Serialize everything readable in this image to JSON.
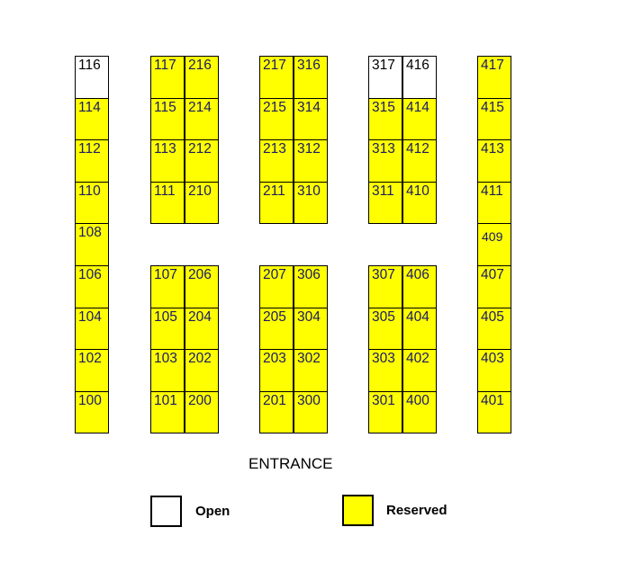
{
  "colors": {
    "reserved": "#ffff00",
    "open": "#ffffff",
    "outline": "#000000"
  },
  "entrance_label": "ENTRANCE",
  "legend": {
    "open_label": "Open",
    "reserved_label": "Reserved"
  },
  "columns": [
    {
      "blocks": [
        {
          "rows": [
            [
              "116"
            ],
            [
              "114"
            ],
            [
              "112"
            ],
            [
              "110"
            ],
            [
              "108"
            ],
            [
              "106"
            ],
            [
              "104"
            ],
            [
              "102"
            ],
            [
              "100"
            ]
          ],
          "status": [
            [
              "open"
            ],
            [
              "reserved"
            ],
            [
              "reserved"
            ],
            [
              "reserved"
            ],
            [
              "reserved"
            ],
            [
              "reserved"
            ],
            [
              "reserved"
            ],
            [
              "reserved"
            ],
            [
              "reserved"
            ]
          ]
        }
      ]
    },
    {
      "blocks": [
        {
          "rows": [
            [
              "117",
              "216"
            ],
            [
              "115",
              "214"
            ],
            [
              "113",
              "212"
            ],
            [
              "111",
              "210"
            ]
          ],
          "status": [
            [
              "reserved",
              "reserved"
            ],
            [
              "reserved",
              "reserved"
            ],
            [
              "reserved",
              "reserved"
            ],
            [
              "reserved",
              "reserved"
            ]
          ]
        },
        {
          "rows": [
            [
              "107",
              "206"
            ],
            [
              "105",
              "204"
            ],
            [
              "103",
              "202"
            ],
            [
              "101",
              "200"
            ]
          ],
          "status": [
            [
              "reserved",
              "reserved"
            ],
            [
              "reserved",
              "reserved"
            ],
            [
              "reserved",
              "reserved"
            ],
            [
              "reserved",
              "reserved"
            ]
          ]
        }
      ]
    },
    {
      "blocks": [
        {
          "rows": [
            [
              "217",
              "316"
            ],
            [
              "215",
              "314"
            ],
            [
              "213",
              "312"
            ],
            [
              "211",
              "310"
            ]
          ],
          "status": [
            [
              "reserved",
              "reserved"
            ],
            [
              "reserved",
              "reserved"
            ],
            [
              "reserved",
              "reserved"
            ],
            [
              "reserved",
              "reserved"
            ]
          ]
        },
        {
          "rows": [
            [
              "207",
              "306"
            ],
            [
              "205",
              "304"
            ],
            [
              "203",
              "302"
            ],
            [
              "201",
              "300"
            ]
          ],
          "status": [
            [
              "reserved",
              "reserved"
            ],
            [
              "reserved",
              "reserved"
            ],
            [
              "reserved",
              "reserved"
            ],
            [
              "reserved",
              "reserved"
            ]
          ]
        }
      ]
    },
    {
      "blocks": [
        {
          "rows": [
            [
              "317",
              "416"
            ],
            [
              "315",
              "414"
            ],
            [
              "313",
              "412"
            ],
            [
              "311",
              "410"
            ]
          ],
          "status": [
            [
              "open",
              "open"
            ],
            [
              "reserved",
              "reserved"
            ],
            [
              "reserved",
              "reserved"
            ],
            [
              "reserved",
              "reserved"
            ]
          ]
        },
        {
          "rows": [
            [
              "307",
              "406"
            ],
            [
              "305",
              "404"
            ],
            [
              "303",
              "402"
            ],
            [
              "301",
              "400"
            ]
          ],
          "status": [
            [
              "reserved",
              "reserved"
            ],
            [
              "reserved",
              "reserved"
            ],
            [
              "reserved",
              "reserved"
            ],
            [
              "reserved",
              "reserved"
            ]
          ]
        }
      ]
    },
    {
      "blocks": [
        {
          "rows": [
            [
              "417"
            ],
            [
              "415"
            ],
            [
              "413"
            ],
            [
              "411"
            ],
            [
              "409"
            ],
            [
              "407"
            ],
            [
              "405"
            ],
            [
              "403"
            ],
            [
              "401"
            ]
          ],
          "status": [
            [
              "reserved"
            ],
            [
              "reserved"
            ],
            [
              "reserved"
            ],
            [
              "reserved"
            ],
            [
              "reserved"
            ],
            [
              "reserved"
            ],
            [
              "reserved"
            ],
            [
              "reserved"
            ],
            [
              "reserved"
            ]
          ]
        }
      ]
    }
  ]
}
